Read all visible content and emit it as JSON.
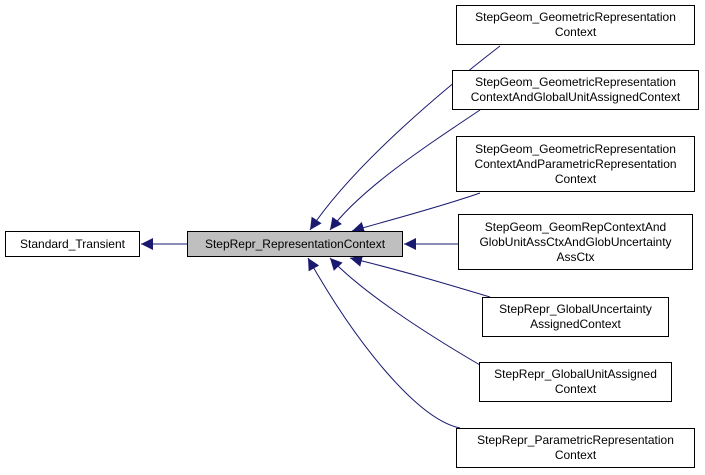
{
  "colors": {
    "edge": "#191970",
    "focus_fill": "#bfbfbf",
    "node_border": "#000000"
  },
  "nodes": {
    "standard_transient": [
      "Standard_Transient"
    ],
    "representation_context": [
      "StepRepr_RepresentationContext"
    ],
    "geometric_representation_context": [
      "StepGeom_GeometricRepresentation",
      "Context"
    ],
    "geometric_rep_ctx_global_unit": [
      "StepGeom_GeometricRepresentation",
      "ContextAndGlobalUnitAssignedContext"
    ],
    "geometric_rep_ctx_parametric": [
      "StepGeom_GeometricRepresentation",
      "ContextAndParametricRepresentation",
      "Context"
    ],
    "geom_rep_ctx_unit_uncertainty": [
      "StepGeom_GeomRepContextAnd",
      "GlobUnitAssCtxAndGlobUncertainty",
      "AssCtx"
    ],
    "global_uncertainty_assigned_context": [
      "StepRepr_GlobalUncertainty",
      "AssignedContext"
    ],
    "global_unit_assigned_context": [
      "StepRepr_GlobalUnitAssigned",
      "Context"
    ],
    "parametric_representation_context": [
      "StepRepr_ParametricRepresentation",
      "Context"
    ]
  }
}
